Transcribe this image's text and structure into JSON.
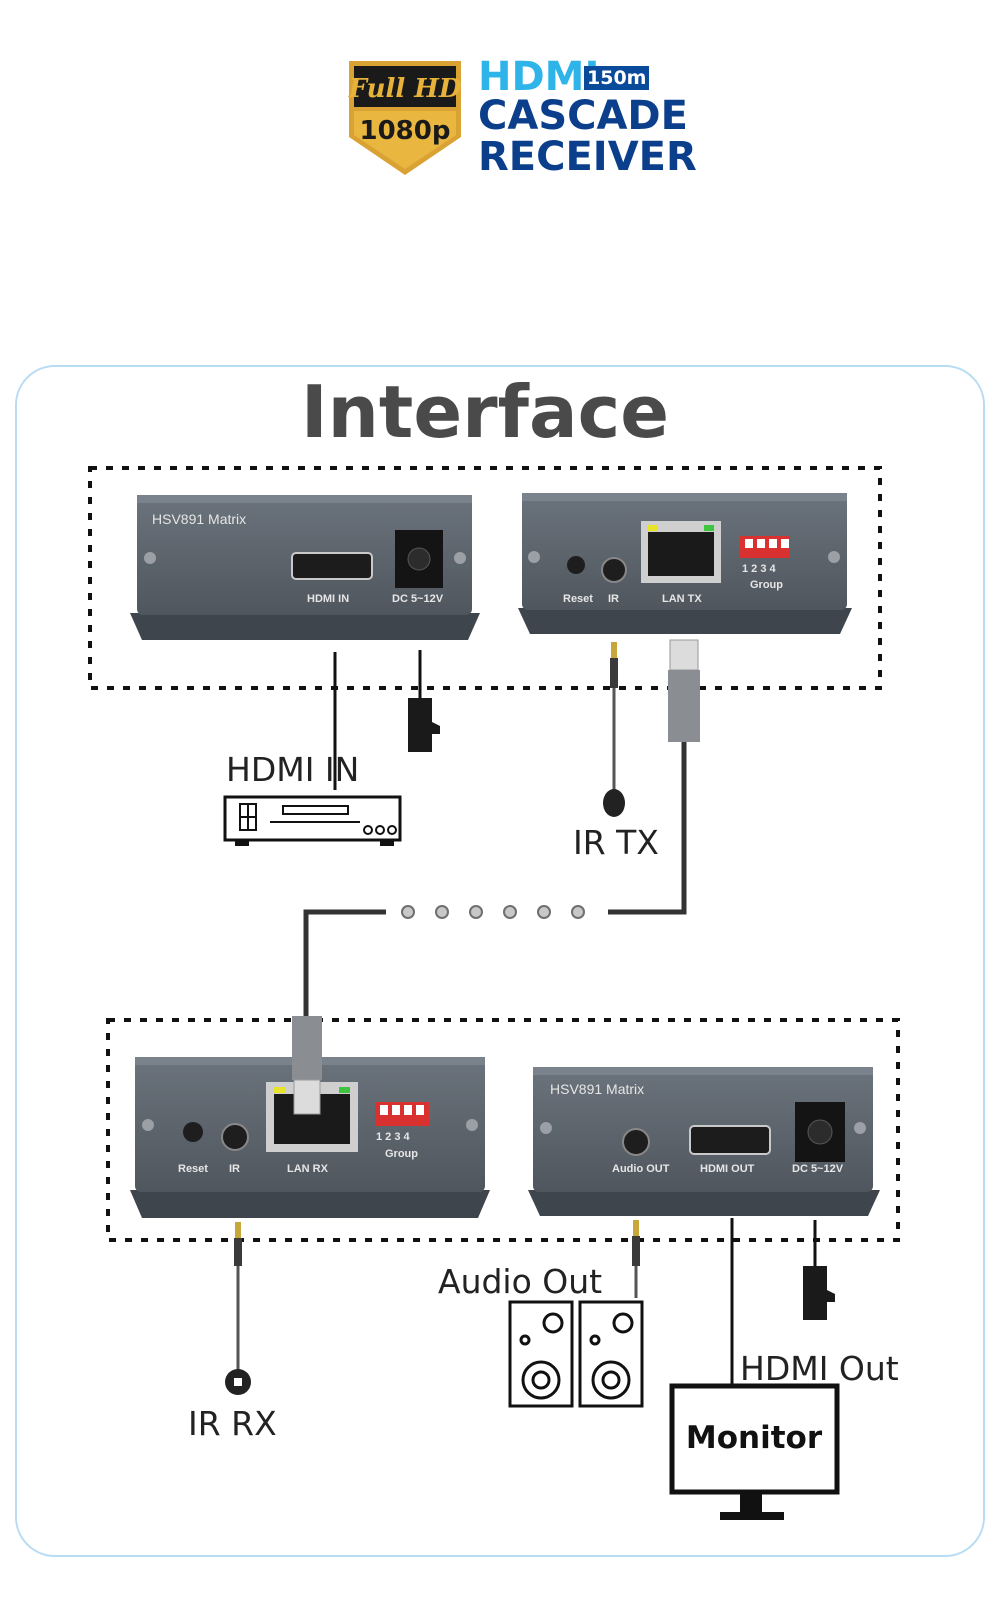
{
  "header": {
    "badge_line1": "Full HD",
    "badge_line2": "1080p",
    "line1": "HDMI",
    "distance": "150m",
    "line2": "CASCADE",
    "line3": "RECEIVER"
  },
  "section_title": "Interface",
  "transmitter_top": {
    "hdmi_unit": {
      "model": "HSV891 Matrix",
      "ports": [
        "HDMI IN",
        "DC 5~12V"
      ]
    },
    "lan_unit": {
      "ports": [
        "Reset",
        "IR",
        "LAN TX",
        "1 2 3 4",
        "Group"
      ]
    }
  },
  "receiver_bottom": {
    "lan_unit": {
      "ports": [
        "Reset",
        "IR",
        "LAN RX",
        "1 2 3 4",
        "Group"
      ]
    },
    "hdmi_unit": {
      "model": "HSV891 Matrix",
      "ports": [
        "Audio OUT",
        "HDMI OUT",
        "DC 5~12V"
      ]
    }
  },
  "connections": {
    "hdmi_in": "HDMI IN",
    "ir_tx": "IR TX",
    "ir_rx": "IR RX",
    "audio_out": "Audio Out",
    "hdmi_out": "HDMI Out",
    "monitor": "Monitor"
  },
  "colors": {
    "header_hdmi": "#2fb4e9",
    "header_text": "#0b3f8c",
    "device_body": "#5f6770",
    "panel_border": "#b8dcf3",
    "badge_gold": "#d9a233"
  }
}
